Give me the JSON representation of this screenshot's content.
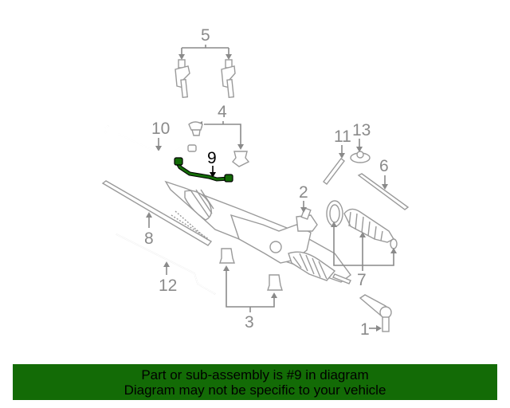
{
  "diagram": {
    "highlighted_part": "9",
    "highlight_color": "#136b06",
    "callouts": [
      {
        "id": "c1",
        "label": "1"
      },
      {
        "id": "c2",
        "label": "2"
      },
      {
        "id": "c3",
        "label": "3"
      },
      {
        "id": "c4",
        "label": "4"
      },
      {
        "id": "c5",
        "label": "5"
      },
      {
        "id": "c6",
        "label": "6"
      },
      {
        "id": "c7",
        "label": "7"
      },
      {
        "id": "c8",
        "label": "8"
      },
      {
        "id": "c9",
        "label": "9"
      },
      {
        "id": "c10",
        "label": "10"
      },
      {
        "id": "c11",
        "label": "11"
      },
      {
        "id": "c12",
        "label": "12"
      },
      {
        "id": "c13",
        "label": "13"
      }
    ]
  },
  "banner": {
    "line1": "Part or sub-assembly is #9 in diagram",
    "line2": "Diagram may not be specific to your vehicle",
    "background": "#136b06"
  }
}
